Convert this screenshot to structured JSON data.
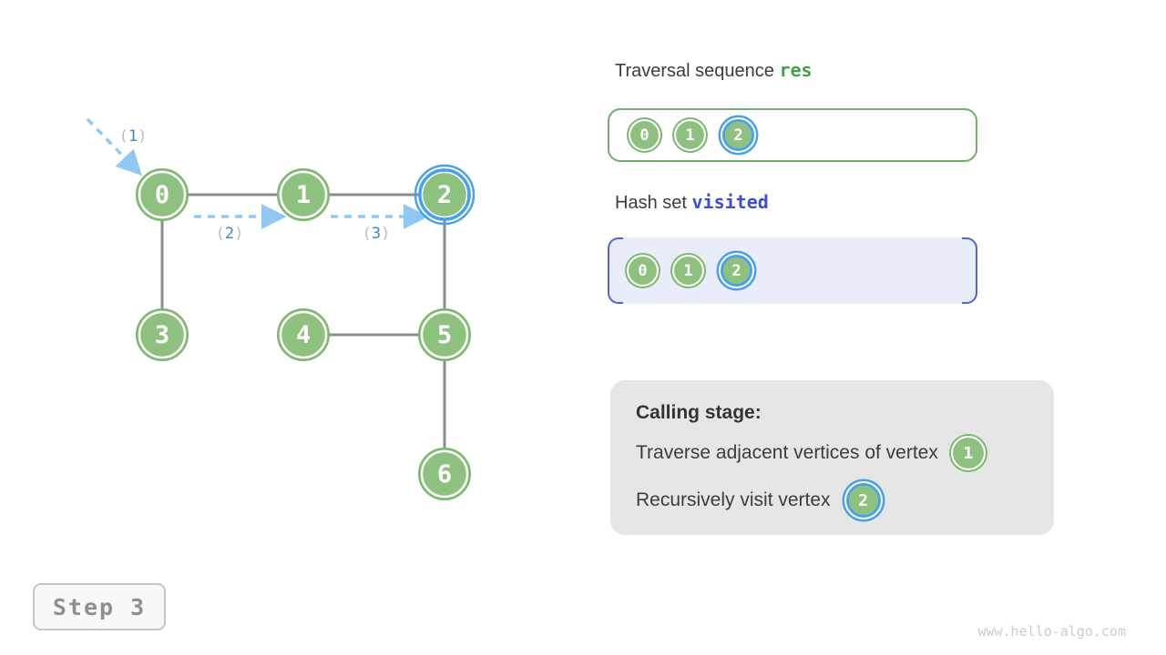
{
  "graph": {
    "nodes": [
      {
        "id": "0",
        "label": "0",
        "highlighted": false
      },
      {
        "id": "1",
        "label": "1",
        "highlighted": false
      },
      {
        "id": "2",
        "label": "2",
        "highlighted": true
      },
      {
        "id": "3",
        "label": "3",
        "highlighted": false
      },
      {
        "id": "4",
        "label": "4",
        "highlighted": false
      },
      {
        "id": "5",
        "label": "5",
        "highlighted": false
      },
      {
        "id": "6",
        "label": "6",
        "highlighted": false
      }
    ],
    "edges": [
      [
        "0",
        "1"
      ],
      [
        "1",
        "2"
      ],
      [
        "0",
        "3"
      ],
      [
        "2",
        "5"
      ],
      [
        "4",
        "5"
      ],
      [
        "5",
        "6"
      ]
    ],
    "arrow_labels": [
      {
        "open": "(",
        "num": "1",
        "close": ")"
      },
      {
        "open": "(",
        "num": "2",
        "close": ")"
      },
      {
        "open": "(",
        "num": "3",
        "close": ")"
      }
    ]
  },
  "panels": {
    "traversal": {
      "title_text": "Traversal sequence",
      "title_code": "res",
      "items": [
        "0",
        "1",
        "2"
      ],
      "highlight_index": 2
    },
    "visited": {
      "title_text": "Hash set",
      "title_code": "visited",
      "items": [
        "0",
        "1",
        "2"
      ],
      "highlight_index": 2
    },
    "calling": {
      "title": "Calling stage:",
      "line1": "Traverse adjacent vertices of vertex",
      "line1_node": "1",
      "line2": "Recursively visit vertex",
      "line2_node": "2"
    }
  },
  "footer": {
    "step_label": "Step 3",
    "watermark": "www.hello-algo.com"
  },
  "colors": {
    "node_green": "#8ec17f",
    "node_ring_green": "#7db66f",
    "highlight_blue": "#4aa1e8",
    "arrow_light_blue": "#90c7f3",
    "arrow_label_blue": "#3a87cc",
    "edge_gray": "#8c8c8c",
    "res_green": "#43a047",
    "visited_indigo": "#3c4ed3",
    "visited_bg": "#e9ecf9",
    "visited_bracket": "#5465cc",
    "calling_bg": "#e6e6e6"
  }
}
